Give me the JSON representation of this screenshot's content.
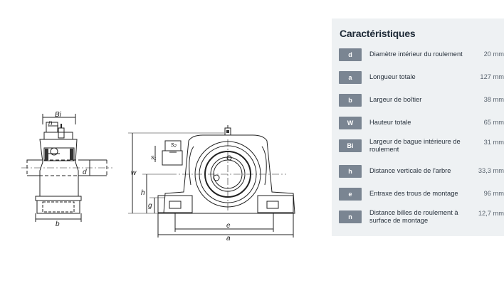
{
  "drawing": {
    "labels": {
      "bi": "Bi",
      "n": "n",
      "d": "d",
      "b": "b",
      "s2": "s₂",
      "s1": "s₁",
      "w": "w",
      "h": "h",
      "g": "g",
      "e": "e",
      "a": "a"
    }
  },
  "specs": {
    "title": "Caractéristiques",
    "rows": [
      {
        "badge": "d",
        "label": "Diamètre intérieur du roulement",
        "value": "20 mm"
      },
      {
        "badge": "a",
        "label": "Longueur totale",
        "value": "127 mm"
      },
      {
        "badge": "b",
        "label": "Largeur de boîtier",
        "value": "38 mm"
      },
      {
        "badge": "W",
        "label": "Hauteur totale",
        "value": "65 mm"
      },
      {
        "badge": "Bi",
        "label": "Largeur de bague intérieure de roulement",
        "value": "31 mm"
      },
      {
        "badge": "h",
        "label": "Distance verticale de l'arbre",
        "value": "33,3 mm"
      },
      {
        "badge": "e",
        "label": "Entraxe des trous de montage",
        "value": "96 mm"
      },
      {
        "badge": "n",
        "label": "Distance billes de roulement à surface de montage",
        "value": "12,7 mm"
      }
    ]
  }
}
